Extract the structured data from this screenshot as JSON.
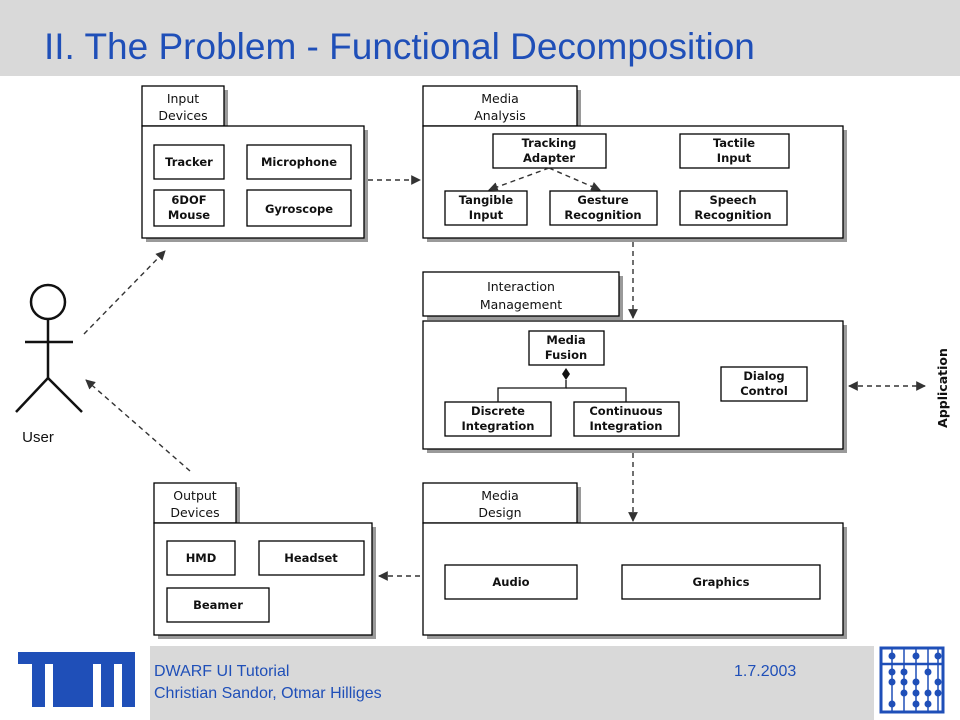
{
  "slide": {
    "title": "II. The Problem - Functional Decomposition",
    "footer_left_line1": "DWARF UI Tutorial",
    "footer_left_line2": "Christian Sandor, Otmar Hilliges",
    "footer_date": "1.7.2003"
  },
  "diagram": {
    "actor_label": "User",
    "application_label": "Application",
    "input_devices": {
      "tab": [
        "Input",
        "Devices"
      ],
      "items": [
        "Tracker",
        "Microphone",
        [
          "6DOF",
          "Mouse"
        ],
        "Gyroscope"
      ]
    },
    "media_analysis": {
      "tab": [
        "Media",
        "Analysis"
      ],
      "items": [
        [
          "Tracking",
          "Adapter"
        ],
        [
          "Tactile",
          "Input"
        ],
        [
          "Tangible",
          "Input"
        ],
        [
          "Gesture",
          "Recognition"
        ],
        [
          "Speech",
          "Recognition"
        ]
      ]
    },
    "interaction_management": {
      "tab": [
        "Interaction",
        "Management"
      ],
      "items": [
        [
          "Media",
          "Fusion"
        ],
        [
          "Dialog",
          "Control"
        ],
        [
          "Discrete",
          "Integration"
        ],
        [
          "Continuous",
          "Integration"
        ]
      ]
    },
    "output_devices": {
      "tab": [
        "Output",
        "Devices"
      ],
      "items": [
        "HMD",
        "Headset",
        "Beamer"
      ]
    },
    "media_design": {
      "tab": [
        "Media",
        "Design"
      ],
      "items": [
        "Audio",
        "Graphics"
      ]
    }
  },
  "logos": {
    "left": "TUM logo",
    "right": "abacus logo"
  },
  "colors": {
    "title": "#1f4fb8",
    "band": "#d9d9d9",
    "logo": "#1f4fb8"
  }
}
